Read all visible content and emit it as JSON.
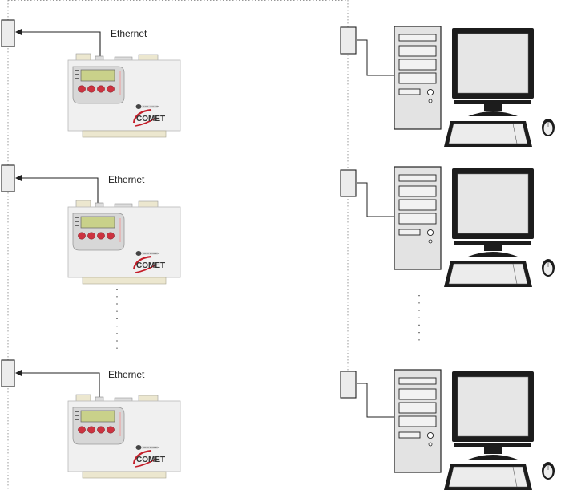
{
  "diagram": {
    "ethernet_labels": [
      "Ethernet",
      "Ethernet",
      "Ethernet"
    ],
    "logger": {
      "brand": "COMET",
      "badge": "DATA LOGGER"
    },
    "colors": {
      "device_body": "#f0f0f0",
      "device_edge": "#b8b8b8",
      "display": "#c9d18a",
      "buttons": "#cc3340",
      "logo_red": "#c41e2a",
      "terminal_strip": "#ece7cf",
      "network_line": "#555555",
      "pc_case": "#e3e3e3",
      "monitor_frame": "#1c1c1c",
      "screen": "#e6e6e6"
    },
    "icons": [
      "network-node-icon",
      "data-logger-icon",
      "desktop-pc-icon",
      "mouse-icon",
      "ellipsis-dots-icon"
    ]
  }
}
